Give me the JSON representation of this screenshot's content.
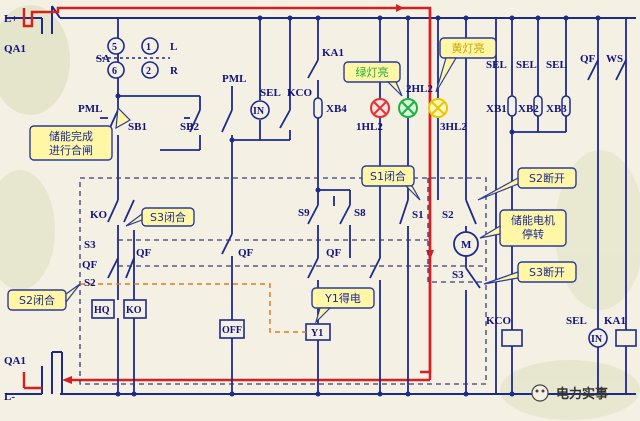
{
  "colors": {
    "wire": "#1c2a8c",
    "power": "#d42020",
    "dashed_box": "#3a3a7a",
    "dashed_orange": "#e07a20",
    "callout_fill": "#fff6a6",
    "callout_border": "#2c3a9a",
    "callout_text_blue": "#1a2a9a",
    "callout_text_red": "#c01818",
    "lamp_red": "#e03030",
    "lamp_green": "#20b040",
    "lamp_yellow": "#e8c800"
  },
  "labels": {
    "l_plus": "L+",
    "l_minus": "L-",
    "qa1_top": "QA1",
    "qa1_bottom": "QA1",
    "sa": "SA",
    "sa_5": "5",
    "sa_1": "1",
    "sa_6": "6",
    "sa_2": "2",
    "sa_l": "L",
    "sa_r": "R",
    "pml_left": "PML",
    "pml_mid": "PML",
    "sb1": "SB1",
    "sb2": "SB2",
    "in_left": "IN",
    "in_right": "IN",
    "sel_1": "SEL",
    "kco_1": "KCO",
    "ka1_top": "KA1",
    "xb4": "XB4",
    "hl1": "1HL2",
    "hl2": "2HL2",
    "hl3": "3HL2",
    "sel_2": "SEL",
    "sel_3": "SEL",
    "sel_4": "SEL",
    "xb1": "XB1",
    "xb2": "XB2",
    "xb3": "XB3",
    "qf_top": "QF",
    "ws": "WS",
    "ko": "KO",
    "s3": "S3",
    "qf_a": "QF",
    "qf_b": "QF",
    "qf_c": "QF",
    "qf_d": "QF",
    "s2_left": "S2",
    "hq": "HQ",
    "ko_box": "KO",
    "off": "OFF",
    "y1": "Y1",
    "s9": "S9",
    "s8": "S8",
    "s1_label": "S1",
    "s2_label": "S2",
    "s3_label": "S3",
    "m": "M",
    "kco_2": "KCO",
    "sel_5": "SEL",
    "ka1_bottom": "KA1"
  },
  "callouts": {
    "store_done": "储能完成\n进行合闸",
    "s3_close": "S3闭合",
    "s2_close": "S2闭合",
    "y1_powered": "Y1得电",
    "s1_close": "S1闭合",
    "green_on": "绿灯亮",
    "yellow_on": "黄灯亮",
    "s2_open": "S2断开",
    "motor_stop": "储能电机\n停转",
    "s3_open": "S3断开"
  },
  "watermark": "电力实事"
}
